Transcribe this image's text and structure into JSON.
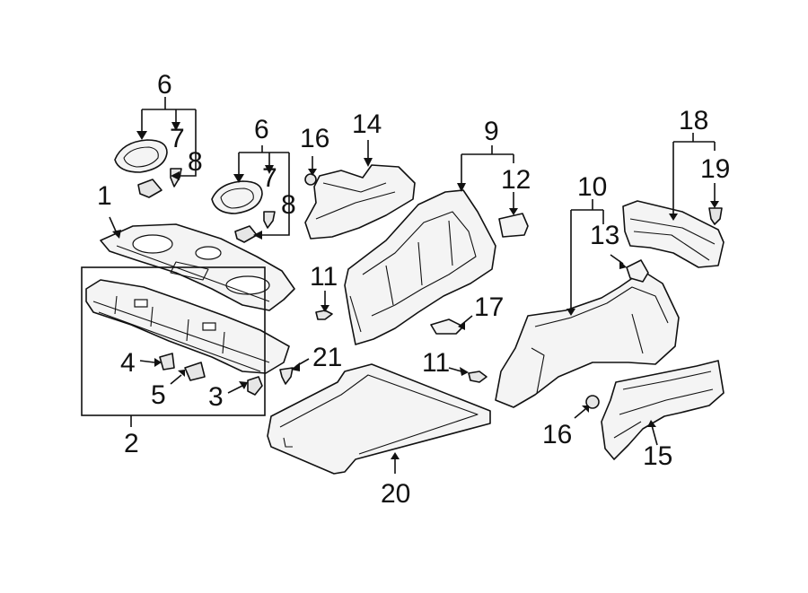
{
  "diagram": {
    "callouts": [
      {
        "id": "c1",
        "label": "1"
      },
      {
        "id": "c2",
        "label": "2"
      },
      {
        "id": "c3",
        "label": "3"
      },
      {
        "id": "c4",
        "label": "4"
      },
      {
        "id": "c5",
        "label": "5"
      },
      {
        "id": "c6a",
        "label": "6"
      },
      {
        "id": "c7a",
        "label": "7"
      },
      {
        "id": "c8a",
        "label": "8"
      },
      {
        "id": "c6b",
        "label": "6"
      },
      {
        "id": "c7b",
        "label": "7"
      },
      {
        "id": "c8b",
        "label": "8"
      },
      {
        "id": "c9",
        "label": "9"
      },
      {
        "id": "c10",
        "label": "10"
      },
      {
        "id": "c11a",
        "label": "11"
      },
      {
        "id": "c11b",
        "label": "11"
      },
      {
        "id": "c12",
        "label": "12"
      },
      {
        "id": "c13",
        "label": "13"
      },
      {
        "id": "c14",
        "label": "14"
      },
      {
        "id": "c15",
        "label": "15"
      },
      {
        "id": "c16a",
        "label": "16"
      },
      {
        "id": "c16b",
        "label": "16"
      },
      {
        "id": "c17",
        "label": "17"
      },
      {
        "id": "c18",
        "label": "18"
      },
      {
        "id": "c19",
        "label": "19"
      },
      {
        "id": "c20",
        "label": "20"
      },
      {
        "id": "c21",
        "label": "21"
      }
    ]
  }
}
